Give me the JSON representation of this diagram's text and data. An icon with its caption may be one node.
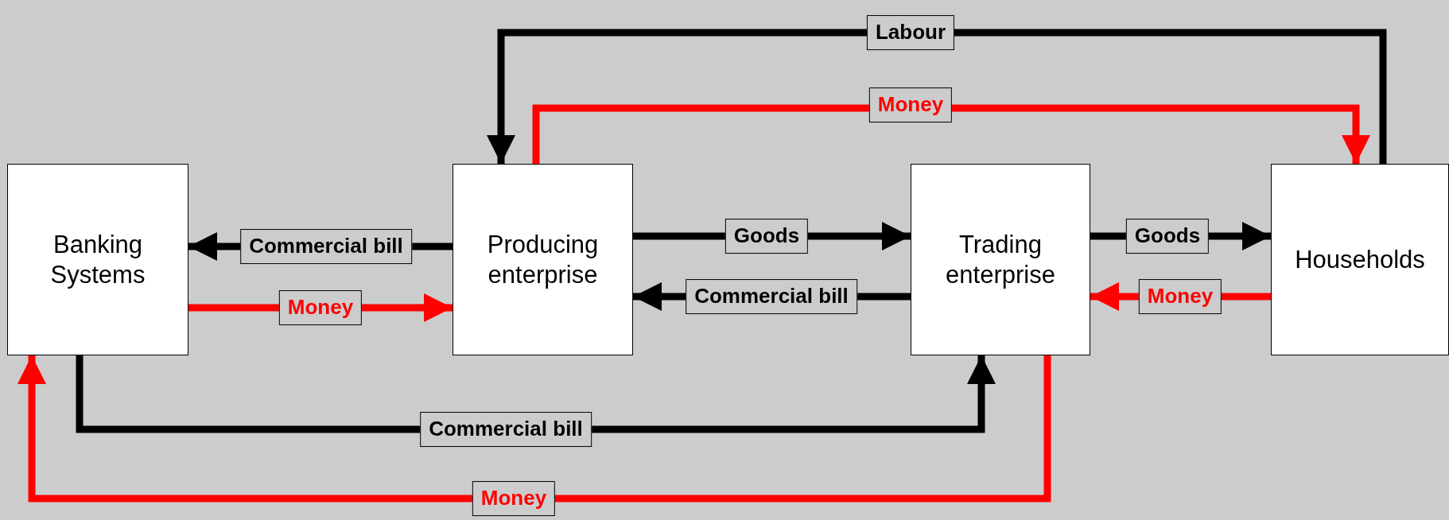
{
  "diagram": {
    "nodes": [
      {
        "text": [
          "Banking Systems"
        ]
      },
      {
        "text": [
          "Producing enterprise"
        ]
      },
      {
        "text": [
          "Trading enterprise"
        ]
      },
      {
        "text": [
          "Households"
        ]
      }
    ],
    "edges": [
      {
        "from": 3,
        "to": 1,
        "arrow": "to",
        "label": "Labour"
      },
      {
        "from": 1,
        "to": 3,
        "arrow": "to",
        "label": "Money",
        "color": "#ff0000"
      },
      {
        "from": 1,
        "to": 0,
        "arrow": "to",
        "label": "Commercial bill"
      },
      {
        "from": 0,
        "to": 1,
        "arrow": "to",
        "label": "Money",
        "color": "#ff0000"
      },
      {
        "from": 1,
        "to": 2,
        "arrow": "to",
        "label": "Goods"
      },
      {
        "from": 2,
        "to": 1,
        "arrow": "to",
        "label": "Commercial bill"
      },
      {
        "from": 2,
        "to": 3,
        "arrow": "to",
        "label": "Goods"
      },
      {
        "from": 3,
        "to": 2,
        "arrow": "to",
        "label": "Money",
        "color": "#ff0000"
      },
      {
        "from": 0,
        "to": 2,
        "arrow": "to",
        "label": "Commercial bill"
      },
      {
        "from": 2,
        "to": 0,
        "arrow": "to",
        "label": "Money",
        "color": "#ff0000"
      }
    ]
  }
}
